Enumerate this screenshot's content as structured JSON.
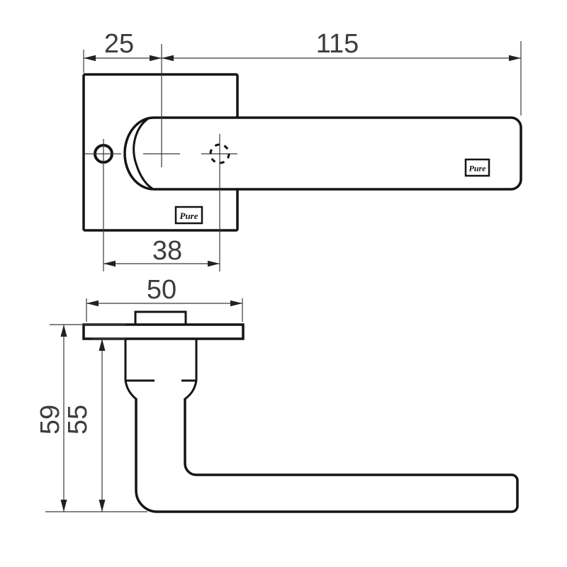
{
  "drawing": {
    "subject": "Door lever handle on square rose - dimensioned technical drawing",
    "brand_logo_text": "Pure",
    "colors": {
      "outline": "#141414",
      "thin_line": "#3a3a3a",
      "dim_text": "#3d3d3d",
      "background": "#ffffff"
    },
    "top_view": {
      "dim_rose_offset": "25",
      "dim_lever_length": "115",
      "dim_hole_to_spindle": "38"
    },
    "side_view": {
      "dim_rose_width": "50",
      "dim_total_projection": "59",
      "dim_lever_projection": "55"
    }
  }
}
